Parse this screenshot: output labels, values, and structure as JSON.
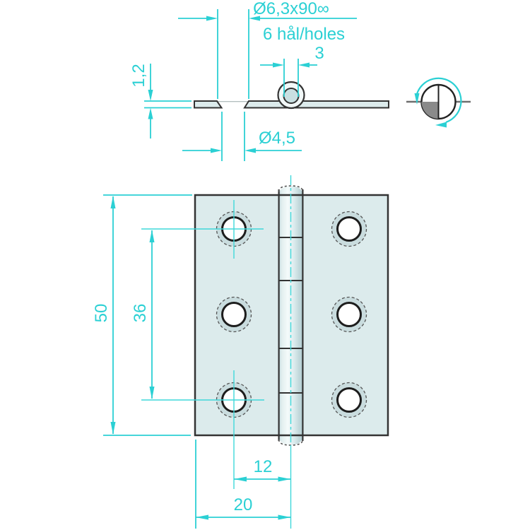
{
  "drawing": {
    "type": "technical-drawing",
    "subject": "hinge",
    "labels": {
      "countersink_spec": "Ø6,3x90∞",
      "holes_note": "6 hål/holes",
      "pin_diameter": "3",
      "plate_thickness": "1,2",
      "hole_diameter": "Ø4,5",
      "overall_height": "50",
      "hole_row_spacing": "36",
      "hole_to_center": "12",
      "edge_to_center": "20"
    },
    "colors": {
      "dimension_cyan": "#2bd0d4",
      "outline_dark": "#333333",
      "plate_fill": "#dcebec",
      "countersink_ring_fill": "#c9dcde",
      "pin_fill": "#c9dfe1",
      "symbol_quadrant_gray": "#8a8a8a",
      "symbol_axis_gray": "#6e6e6e",
      "background": "#ffffff"
    }
  }
}
